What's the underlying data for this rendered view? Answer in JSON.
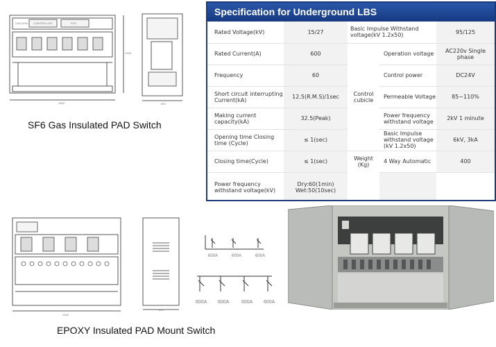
{
  "captions": {
    "sf6": "SF6 Gas Insulated PAD Switch",
    "epoxy": "EPOXY Insulated PAD Mount Switch"
  },
  "drawing_labels": {
    "front_width": "1600",
    "side_width": "800",
    "height": "1200",
    "epoxy_width": "1440",
    "epoxy_side": "800",
    "panel_left": "CONTROLLER",
    "panel_right": "RTU",
    "panel_far_left": "CAUTION"
  },
  "diagram_labels": {
    "top_row": [
      "600A",
      "600A",
      "600A"
    ],
    "bottom_row": [
      "600A",
      "600A",
      "600A",
      "600A"
    ]
  },
  "spec": {
    "title": "Specification for Underground LBS",
    "rows": [
      {
        "label": "Rated Voltage(kV)",
        "value": "15/27"
      },
      {
        "label": "Rated Current(A)",
        "value": "600"
      },
      {
        "label": "Frequency",
        "value": "60"
      },
      {
        "label": "Short circuit interrupting Current(kA)",
        "value": "12.5(R.M.S)/1sec"
      },
      {
        "label": "Making current capacity(kA)",
        "value": "32.5(Peak)"
      },
      {
        "label": "Opening time Closing time (Cycle)",
        "value": "≤ 1(sec)"
      },
      {
        "label": "Closing time(Cycle)",
        "value": "≤ 1(sec)"
      },
      {
        "label": "Power frequency withstand voltage(kV)",
        "value": "Dry:60(1min)\nWet:50(10sec)"
      }
    ],
    "right_top": {
      "label": "Basic Impulse Withstand voltage(kV 1.2x50)",
      "value": "95/125"
    },
    "control_cubicle": {
      "group_label": "Control cubicle",
      "rows": [
        {
          "label": "Operation voltage",
          "value": "AC220v Single phase"
        },
        {
          "label": "Control power",
          "value": "DC24V"
        },
        {
          "label": "Permeable Voltage",
          "value": "85~110%"
        },
        {
          "label": "Power frequency withstand voltage",
          "value": "2kV 1 minute"
        },
        {
          "label": "Basic Impulse withstand voltage (kV 1.2x50)",
          "value": "6kV, 3kA"
        }
      ]
    },
    "weight": {
      "group_label": "Weight (Kg)",
      "label": "4 Way Automatic",
      "value": "400"
    }
  }
}
